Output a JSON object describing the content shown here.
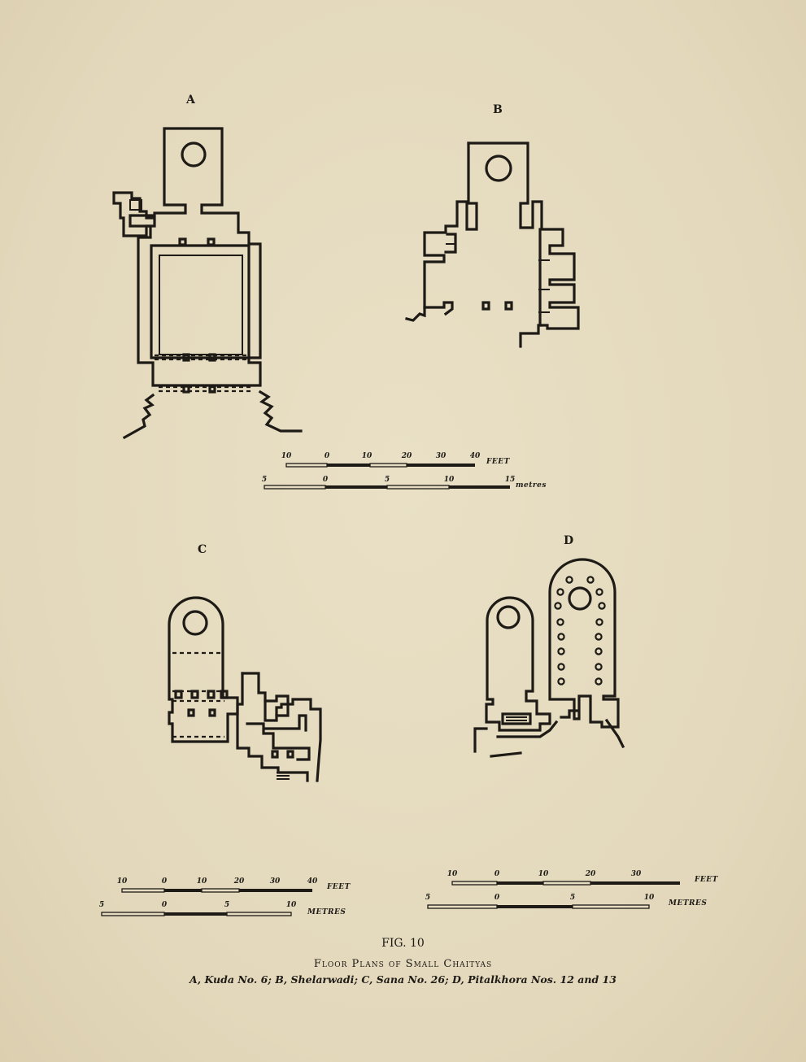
{
  "plans": {
    "a": {
      "label": "A"
    },
    "b": {
      "label": "B"
    },
    "c": {
      "label": "C"
    },
    "d": {
      "label": "D"
    }
  },
  "scales": {
    "top": {
      "feet_ticks": [
        "10",
        "0",
        "10",
        "20",
        "30",
        "40"
      ],
      "feet_unit": "FEET",
      "metre_ticks": [
        "5",
        "0",
        "5",
        "10",
        "15"
      ],
      "metre_unit": "metres"
    },
    "c": {
      "feet_ticks": [
        "10",
        "0",
        "10",
        "20",
        "30",
        "40"
      ],
      "feet_unit": "FEET",
      "metre_ticks": [
        "5",
        "0",
        "5",
        "10"
      ],
      "metre_unit": "METRES"
    },
    "d": {
      "feet_ticks": [
        "10",
        "0",
        "10",
        "20",
        "30"
      ],
      "feet_unit": "FEET",
      "metre_ticks": [
        "5",
        "0",
        "5",
        "10"
      ],
      "metre_unit": "METRES"
    }
  },
  "caption": {
    "figure": "FIG. 10",
    "title": "Floor Plans of Small Chaityas",
    "subtitle": "A, Kuda No. 6; B, Shelarwadi; C, Sana No. 26; D, Pitalkhora Nos. 12 and 13"
  },
  "colors": {
    "paper": "#e6dcc1",
    "ink": "#1e1b17"
  }
}
